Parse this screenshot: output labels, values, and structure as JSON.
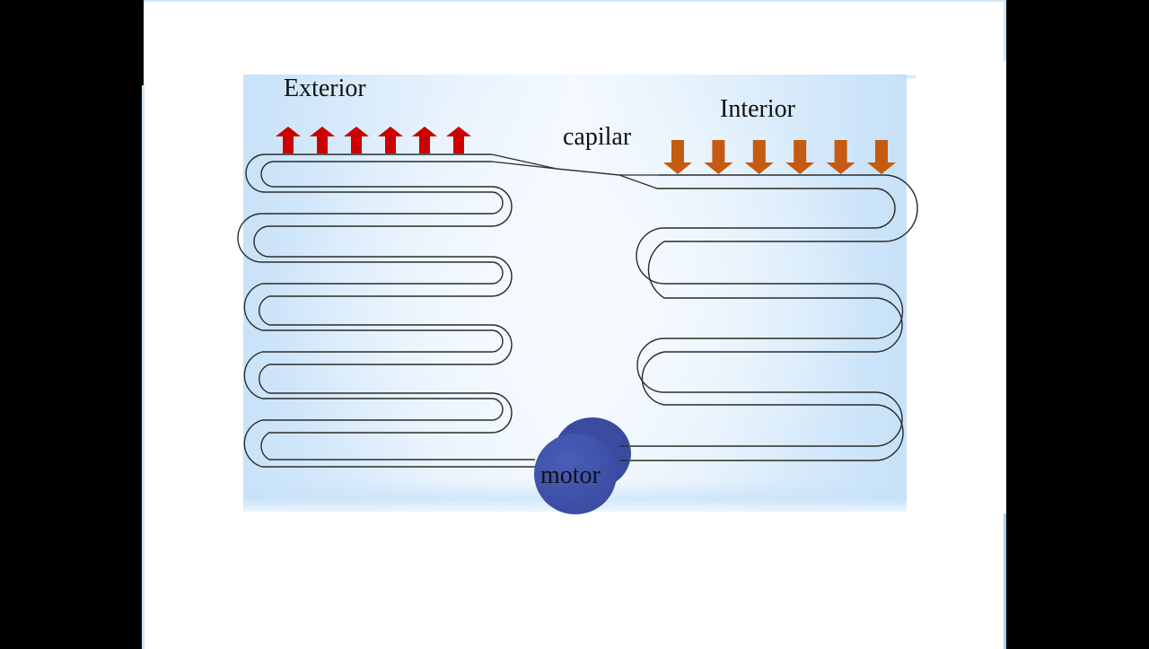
{
  "diagram": {
    "labels": {
      "exterior": "Exterior",
      "interior": "Interior",
      "capillary": "capilar",
      "motor": "motor"
    },
    "arrows": {
      "exterior": {
        "count": 6,
        "direction": "up",
        "color": "#cc0000"
      },
      "interior": {
        "count": 6,
        "direction": "down",
        "color": "#c55a11"
      }
    },
    "colors": {
      "panel_background": "#d6eafa",
      "tube_stroke": "#222222",
      "motor_fill": "#3f51a5",
      "motor_side": "#35489a"
    }
  }
}
